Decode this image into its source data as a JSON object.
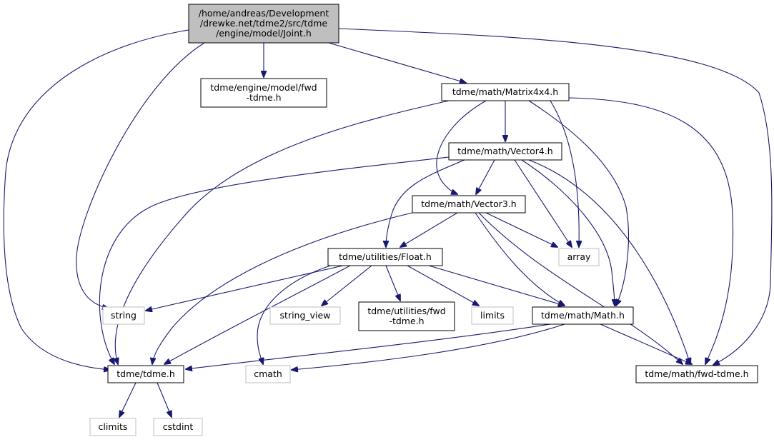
{
  "diagram": {
    "nodes": [
      {
        "id": "joint",
        "kind": "root",
        "lines": [
          "/home/andreas/Development",
          "/drewke.net/tdme2/src/tdme",
          "/engine/model/Joint.h"
        ]
      },
      {
        "id": "engine_fwd",
        "kind": "normal",
        "lines": [
          "tdme/engine/model/fwd",
          "-tdme.h"
        ]
      },
      {
        "id": "matrix",
        "kind": "normal",
        "lines": [
          "tdme/math/Matrix4x4.h"
        ]
      },
      {
        "id": "vector4",
        "kind": "normal",
        "lines": [
          "tdme/math/Vector4.h"
        ]
      },
      {
        "id": "vector3",
        "kind": "normal",
        "lines": [
          "tdme/math/Vector3.h"
        ]
      },
      {
        "id": "array",
        "kind": "external",
        "lines": [
          "array"
        ]
      },
      {
        "id": "float",
        "kind": "normal",
        "lines": [
          "tdme/utilities/Float.h"
        ]
      },
      {
        "id": "string",
        "kind": "external",
        "lines": [
          "string"
        ]
      },
      {
        "id": "string_view",
        "kind": "external",
        "lines": [
          "string_view"
        ]
      },
      {
        "id": "util_fwd",
        "kind": "normal",
        "lines": [
          "tdme/utilities/fwd",
          "-tdme.h"
        ]
      },
      {
        "id": "limits",
        "kind": "external",
        "lines": [
          "limits"
        ]
      },
      {
        "id": "mathh",
        "kind": "normal",
        "lines": [
          "tdme/math/Math.h"
        ]
      },
      {
        "id": "tdmeh",
        "kind": "normal",
        "lines": [
          "tdme/tdme.h"
        ]
      },
      {
        "id": "cmath",
        "kind": "external",
        "lines": [
          "cmath"
        ]
      },
      {
        "id": "math_fwd",
        "kind": "normal",
        "lines": [
          "tdme/math/fwd-tdme.h"
        ]
      },
      {
        "id": "climits",
        "kind": "external",
        "lines": [
          "climits"
        ]
      },
      {
        "id": "cstdint",
        "kind": "external",
        "lines": [
          "cstdint"
        ]
      }
    ],
    "edges": [
      {
        "from": "joint",
        "to": "engine_fwd"
      },
      {
        "from": "joint",
        "to": "matrix"
      },
      {
        "from": "joint",
        "to": "string"
      },
      {
        "from": "joint",
        "to": "tdmeh"
      },
      {
        "from": "joint",
        "to": "math_fwd"
      },
      {
        "from": "matrix",
        "to": "vector4"
      },
      {
        "from": "matrix",
        "to": "vector3"
      },
      {
        "from": "matrix",
        "to": "array"
      },
      {
        "from": "matrix",
        "to": "mathh"
      },
      {
        "from": "matrix",
        "to": "tdmeh"
      },
      {
        "from": "matrix",
        "to": "math_fwd"
      },
      {
        "from": "vector4",
        "to": "vector3"
      },
      {
        "from": "vector4",
        "to": "float"
      },
      {
        "from": "vector4",
        "to": "array"
      },
      {
        "from": "vector4",
        "to": "mathh"
      },
      {
        "from": "vector4",
        "to": "tdmeh"
      },
      {
        "from": "vector4",
        "to": "math_fwd"
      },
      {
        "from": "vector3",
        "to": "float"
      },
      {
        "from": "vector3",
        "to": "array"
      },
      {
        "from": "vector3",
        "to": "mathh"
      },
      {
        "from": "vector3",
        "to": "tdmeh"
      },
      {
        "from": "vector3",
        "to": "math_fwd"
      },
      {
        "from": "float",
        "to": "string"
      },
      {
        "from": "float",
        "to": "string_view"
      },
      {
        "from": "float",
        "to": "util_fwd"
      },
      {
        "from": "float",
        "to": "limits"
      },
      {
        "from": "float",
        "to": "mathh"
      },
      {
        "from": "float",
        "to": "tdmeh"
      },
      {
        "from": "float",
        "to": "cmath"
      },
      {
        "from": "mathh",
        "to": "tdmeh"
      },
      {
        "from": "mathh",
        "to": "cmath"
      },
      {
        "from": "mathh",
        "to": "math_fwd"
      },
      {
        "from": "tdmeh",
        "to": "climits"
      },
      {
        "from": "tdmeh",
        "to": "cstdint"
      }
    ]
  }
}
